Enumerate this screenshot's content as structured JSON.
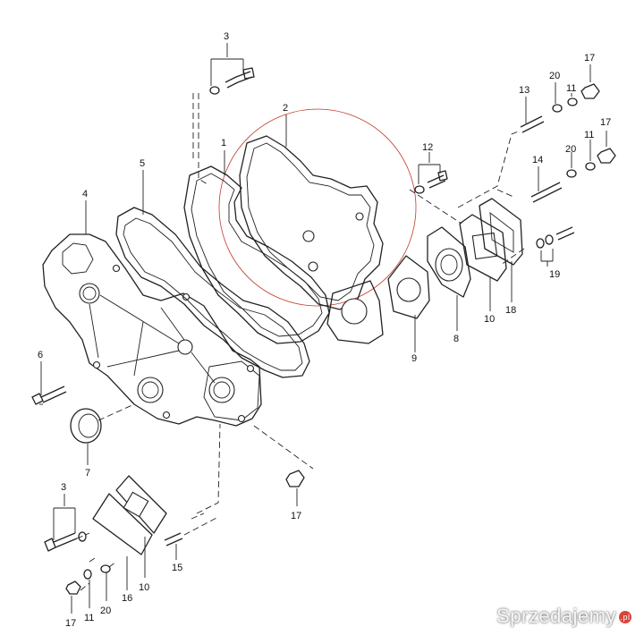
{
  "diagram": {
    "callouts": {
      "c1": "1",
      "c2": "2",
      "c3_top": "3",
      "c3_bottom": "3",
      "c4": "4",
      "c5": "5",
      "c6": "6",
      "c7": "7",
      "c8": "8",
      "c9": "9",
      "c10_right": "10",
      "c10_bottom": "10",
      "c11_a": "11",
      "c11_b": "11",
      "c11_c": "11",
      "c12": "12",
      "c13": "13",
      "c14": "14",
      "c15": "15",
      "c16": "16",
      "c17_a": "17",
      "c17_b": "17",
      "c17_c": "17",
      "c17_d": "17",
      "c18": "18",
      "c19": "19",
      "c20_a": "20",
      "c20_b": "20",
      "c20_c": "20"
    }
  },
  "watermark": {
    "text": "Sprzedajemy",
    "suffix": ".pl"
  },
  "colors": {
    "line": "#222222",
    "highlight_circle": "#c0392b",
    "watermark_dot": "#d9443a"
  }
}
